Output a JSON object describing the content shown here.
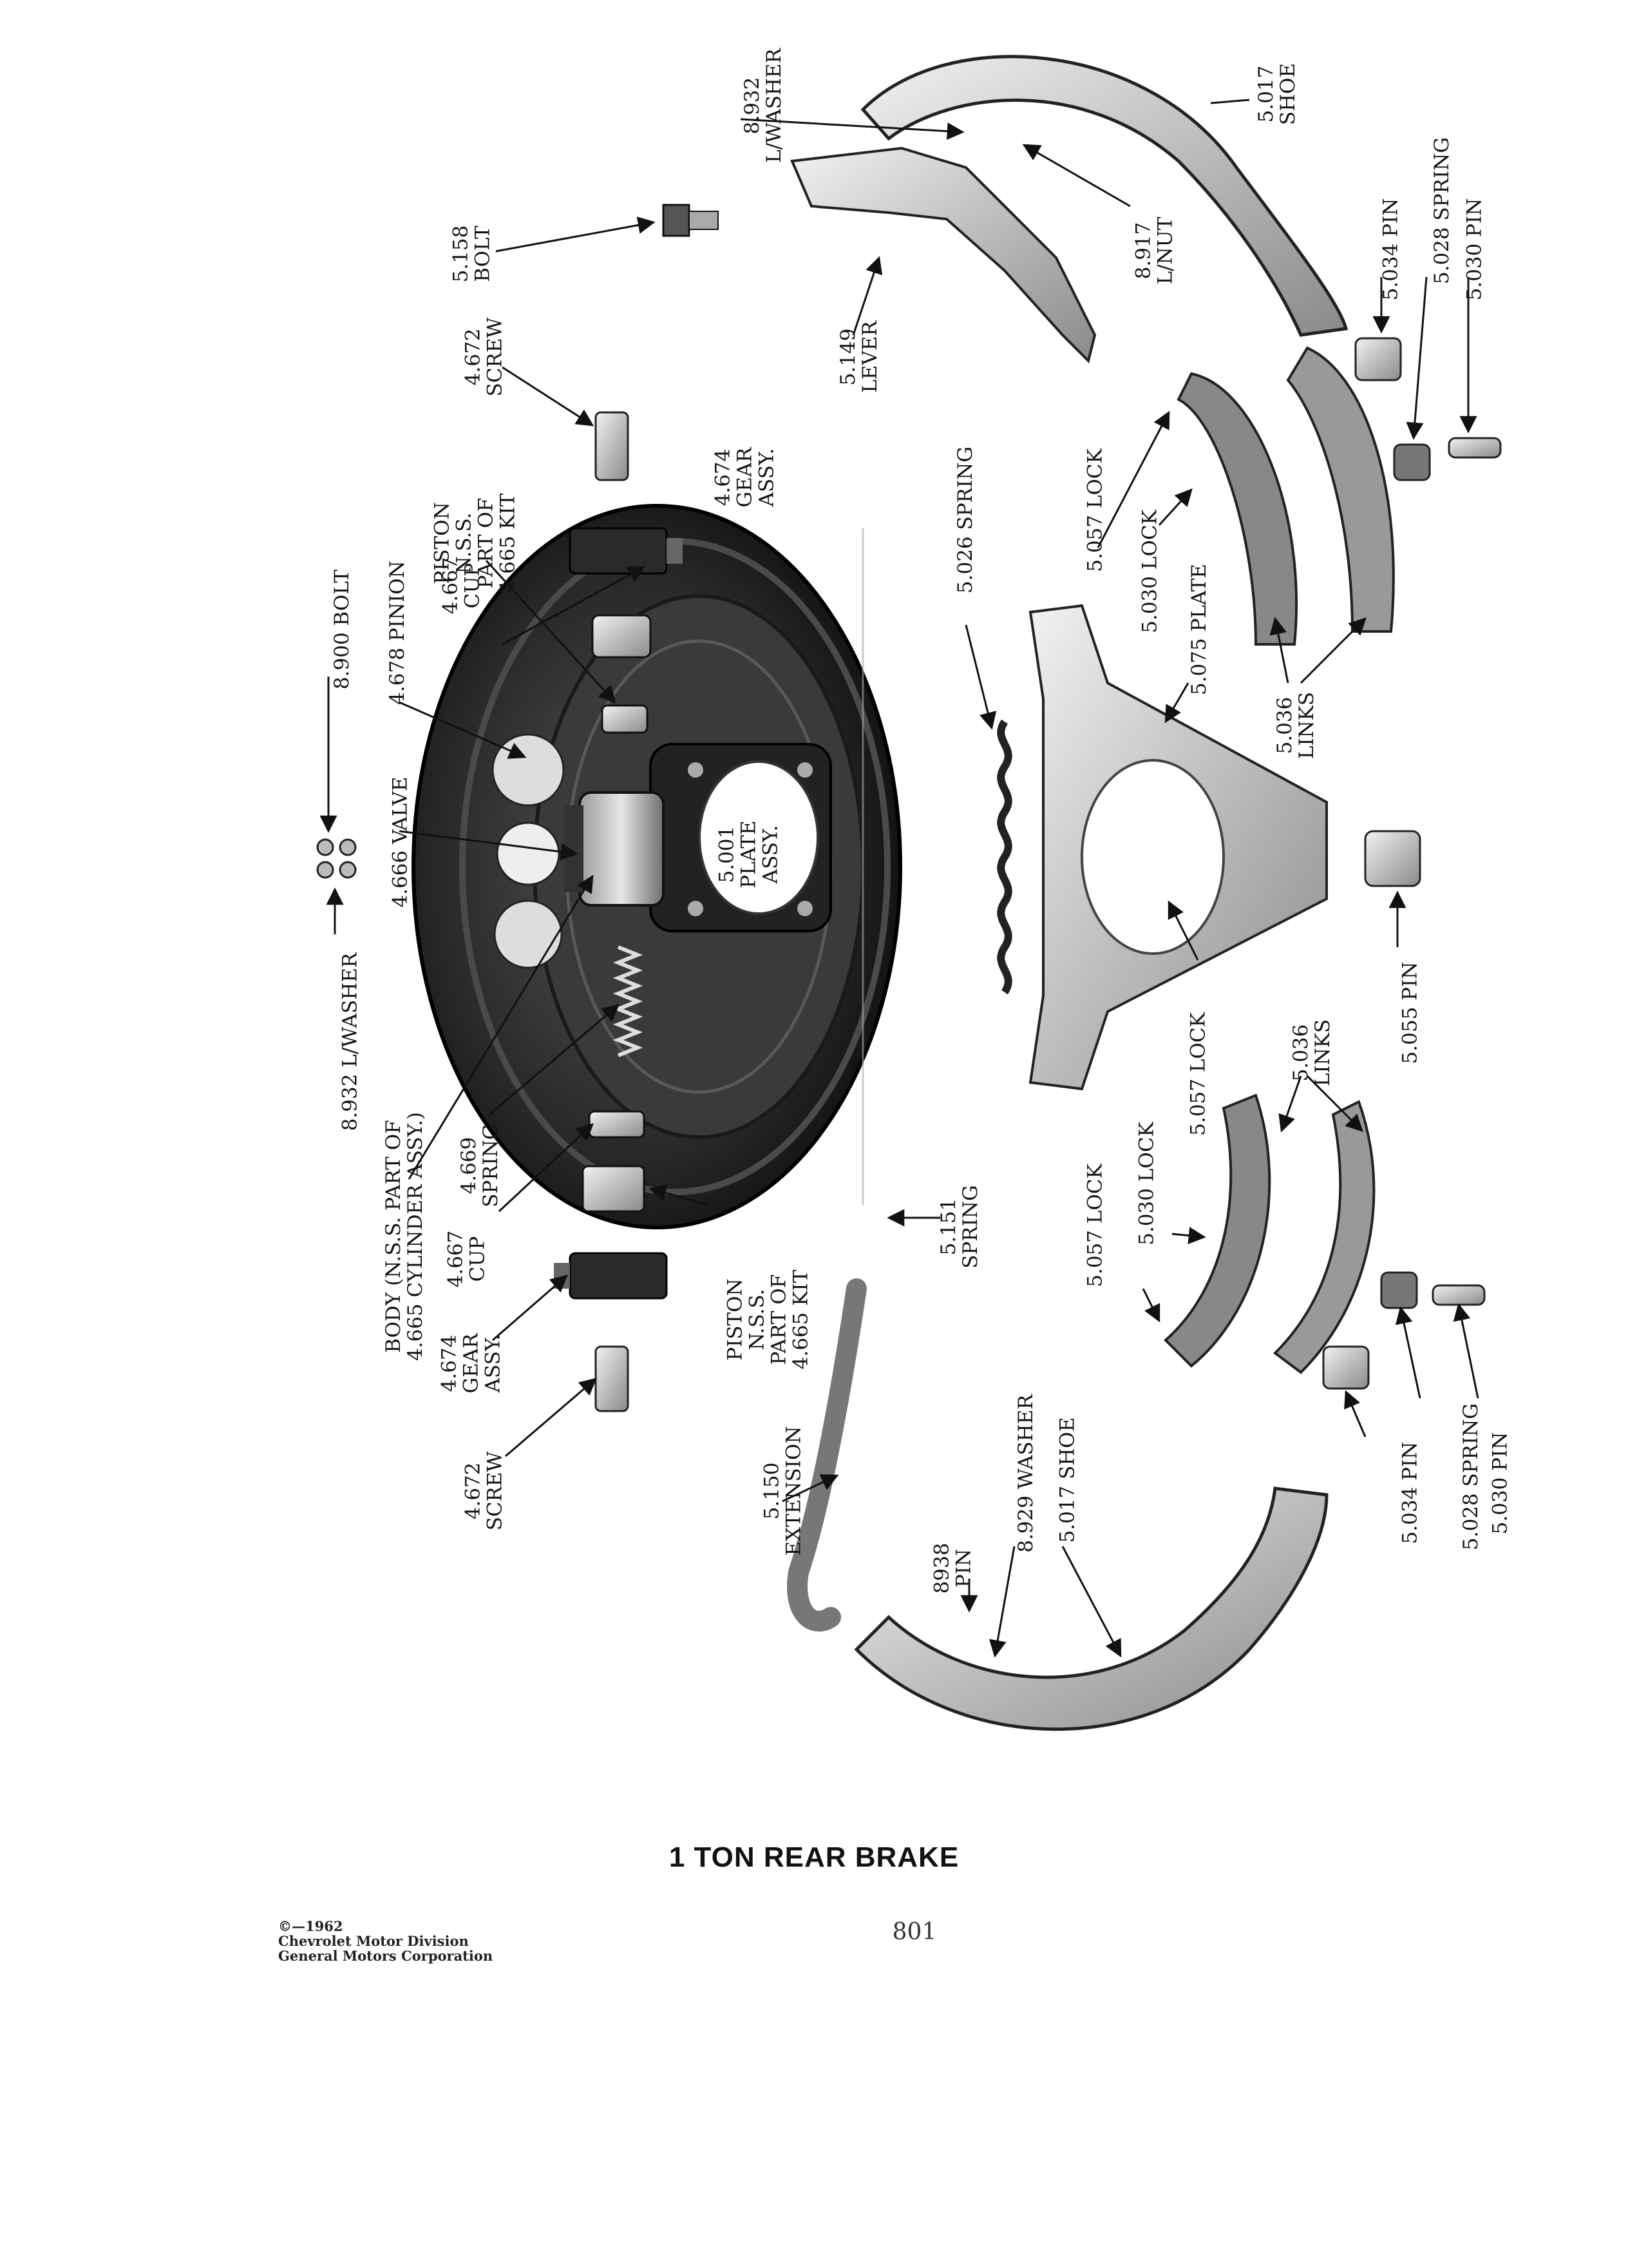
{
  "figure_title": "1 TON REAR BRAKE",
  "page_number": "801",
  "copyright_lines": [
    "©—1962",
    "Chevrolet Motor Division",
    "General Motors Corporation"
  ],
  "callouts": [
    {
      "id": "lwasher-top",
      "lines": [
        "8.932",
        "L/WASHER"
      ]
    },
    {
      "id": "shoe-top",
      "lines": [
        "5.017",
        "SHOE"
      ]
    },
    {
      "id": "bolt-5158",
      "lines": [
        "5.158",
        "BOLT"
      ]
    },
    {
      "id": "lnut",
      "lines": [
        "8.917",
        "L/NUT"
      ]
    },
    {
      "id": "lever",
      "lines": [
        "5.149",
        "LEVER"
      ]
    },
    {
      "id": "pin-5034-top",
      "lines": [
        "5.034 PIN"
      ]
    },
    {
      "id": "spring-5028-top",
      "lines": [
        "5.028 SPRING"
      ]
    },
    {
      "id": "pin-5030-top",
      "lines": [
        "5.030 PIN"
      ]
    },
    {
      "id": "screw-top",
      "lines": [
        "4.672",
        "SCREW"
      ]
    },
    {
      "id": "piston-top",
      "lines": [
        "PISTON",
        "N.S.S.",
        "PART OF",
        "4.665 KIT"
      ]
    },
    {
      "id": "gear-top",
      "lines": [
        "4.674",
        "GEAR",
        "ASSY."
      ]
    },
    {
      "id": "spring-5026",
      "lines": [
        "5.026 SPRING"
      ]
    },
    {
      "id": "lock-5057-top",
      "lines": [
        "5.057 LOCK"
      ]
    },
    {
      "id": "lock-5030-top",
      "lines": [
        "5.030 LOCK"
      ]
    },
    {
      "id": "plate-5075",
      "lines": [
        "5.075 PLATE"
      ]
    },
    {
      "id": "bolt-8900",
      "lines": [
        "8.900 BOLT"
      ]
    },
    {
      "id": "cup-top",
      "lines": [
        "4.667",
        "CUP"
      ]
    },
    {
      "id": "pinion",
      "lines": [
        "4.678 PINION"
      ]
    },
    {
      "id": "links-top",
      "lines": [
        "5.036",
        "LINKS"
      ]
    },
    {
      "id": "valve",
      "lines": [
        "4.666 VALVE"
      ]
    },
    {
      "id": "plate-assy",
      "lines": [
        "5.001",
        "PLATE",
        "ASSY."
      ]
    },
    {
      "id": "lwasher-mid",
      "lines": [
        "8.932 L/WASHER"
      ]
    },
    {
      "id": "pin-5055",
      "lines": [
        "5.055 PIN"
      ]
    },
    {
      "id": "links-bot",
      "lines": [
        "5.036",
        "LINKS"
      ]
    },
    {
      "id": "lock-5057-mid",
      "lines": [
        "5.057 LOCK"
      ]
    },
    {
      "id": "body",
      "lines": [
        "BODY (N.S.S. PART OF",
        "4.665 CYLINDER ASSY.)"
      ]
    },
    {
      "id": "spring-4669",
      "lines": [
        "4.669",
        "SPRING"
      ]
    },
    {
      "id": "lock-5030-bot",
      "lines": [
        "5.030 LOCK"
      ]
    },
    {
      "id": "cup-bot",
      "lines": [
        "4.667",
        "CUP"
      ]
    },
    {
      "id": "spring-5151",
      "lines": [
        "5.151",
        "SPRING"
      ]
    },
    {
      "id": "lock-5057-bot",
      "lines": [
        "5.057 LOCK"
      ]
    },
    {
      "id": "piston-bot",
      "lines": [
        "PISTON",
        "N.S.S.",
        "PART OF",
        "4.665 KIT"
      ]
    },
    {
      "id": "gear-bot",
      "lines": [
        "4.674",
        "GEAR",
        "ASSY."
      ]
    },
    {
      "id": "screw-bot",
      "lines": [
        "4.672",
        "SCREW"
      ]
    },
    {
      "id": "extension",
      "lines": [
        "5.150",
        "EXTENSION"
      ]
    },
    {
      "id": "pin-8938",
      "lines": [
        "8938",
        "PIN"
      ]
    },
    {
      "id": "washer-8929",
      "lines": [
        "8.929 WASHER"
      ]
    },
    {
      "id": "shoe-bot",
      "lines": [
        "5.017 SHOE"
      ]
    },
    {
      "id": "pin-5034-bot",
      "lines": [
        "5.034 PIN"
      ]
    },
    {
      "id": "spring-5028-bot",
      "lines": [
        "5.028 SPRING"
      ]
    },
    {
      "id": "pin-5030-bot",
      "lines": [
        "5.030 PIN"
      ]
    }
  ]
}
